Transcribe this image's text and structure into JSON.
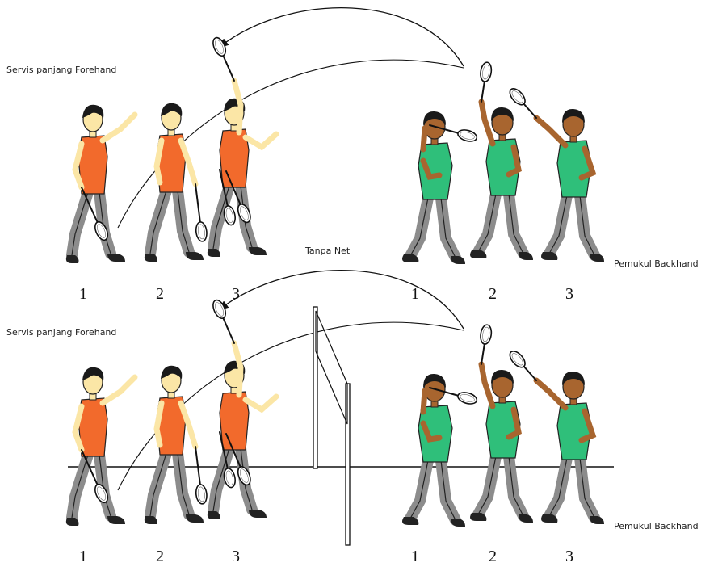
{
  "panels": [
    {
      "id": "top",
      "serve_label": "Servis panjang Forehand",
      "receiver_label": "Pemukul Backhand",
      "net_label": "Tanpa Net",
      "left_numbers": [
        "1",
        "2",
        "3"
      ],
      "right_numbers": [
        "1",
        "2",
        "3"
      ],
      "has_net": false
    },
    {
      "id": "bottom",
      "serve_label": "Servis panjang Forehand",
      "receiver_label": "Pemukul Backhand",
      "left_numbers": [
        "1",
        "2",
        "3"
      ],
      "right_numbers": [
        "1",
        "2",
        "3"
      ],
      "has_net": true
    }
  ],
  "colors": {
    "server_shirt": "#f26a2c",
    "receiver_shirt": "#2fbf7a",
    "skin_light": "#fbe6a6",
    "skin_dark": "#a8652f",
    "pants": "#8c8c8c",
    "hair": "#1a1a1a"
  }
}
